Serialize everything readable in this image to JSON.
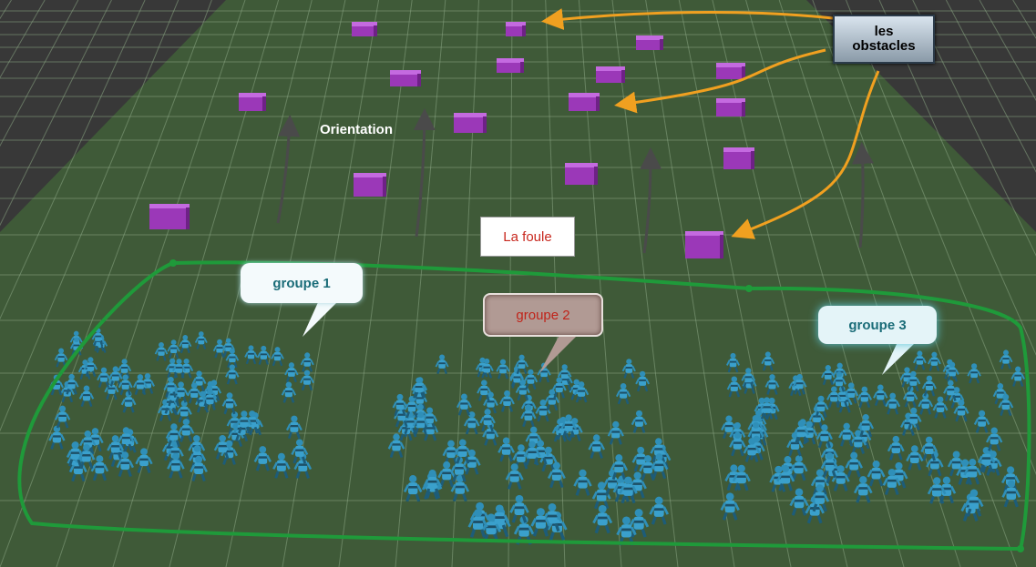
{
  "labels": {
    "obstacles": "les\nobstacles",
    "orientation": "Orientation",
    "crowd": "La foule",
    "group1": "groupe 1",
    "group2": "groupe 2",
    "group3": "groupe 3"
  },
  "colors": {
    "ground": "#3f5a38",
    "grid": "#8aa584",
    "obstacle": "#9b38b8",
    "obstacle_pointer": "#f0a020",
    "crowd_outline": "#1f9a3a",
    "orientation_arrow": "#4a4a4a",
    "agent": "#3a9cc8"
  },
  "icons": [
    "obstacle-box-icon",
    "direction-arrow-icon",
    "agent-figure-icon"
  ]
}
